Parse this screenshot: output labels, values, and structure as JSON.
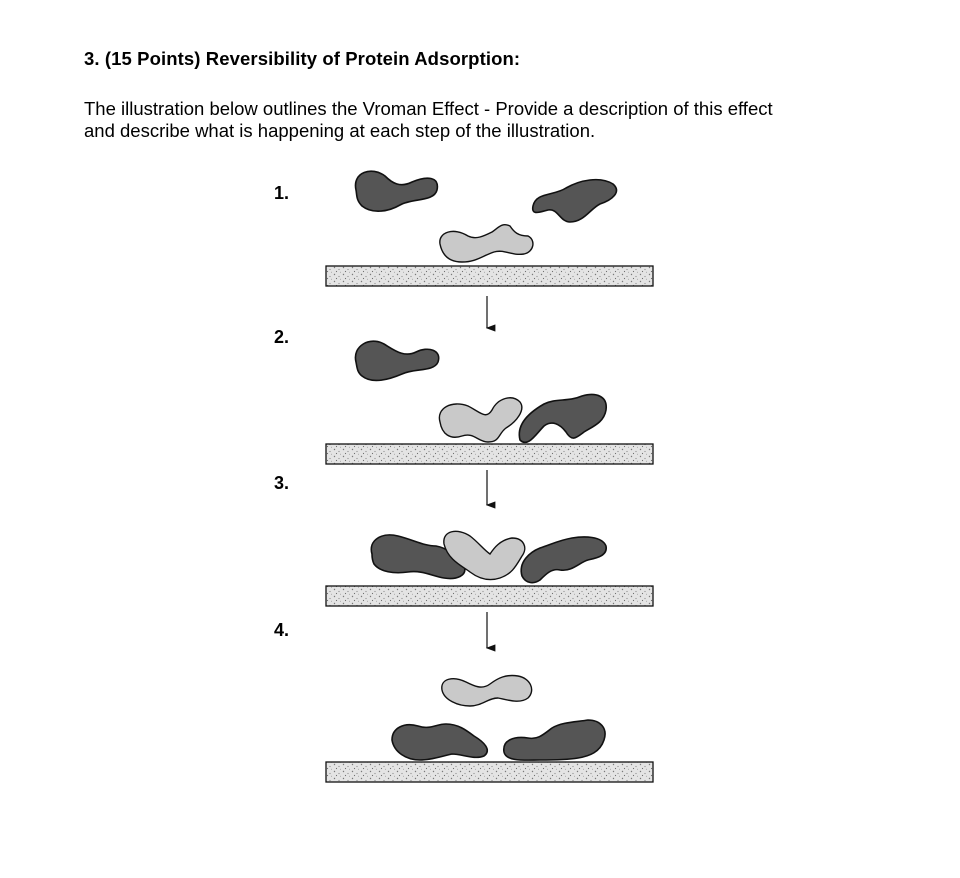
{
  "question": {
    "heading": "3. (15 Points) Reversibility of Protein Adsorption:",
    "body_line1": "The illustration below outlines the Vroman Effect - Provide a description of this effect",
    "body_line2": "and describe what is happening at each step of the illustration."
  },
  "figure": {
    "steps": [
      {
        "label": "1."
      },
      {
        "label": "2."
      },
      {
        "label": "3."
      },
      {
        "label": "4."
      }
    ],
    "colors": {
      "dark_protein": "#555555",
      "light_protein": "#c9c9c9",
      "surface_fill": "#e6e6e6",
      "outline": "#111111"
    }
  }
}
